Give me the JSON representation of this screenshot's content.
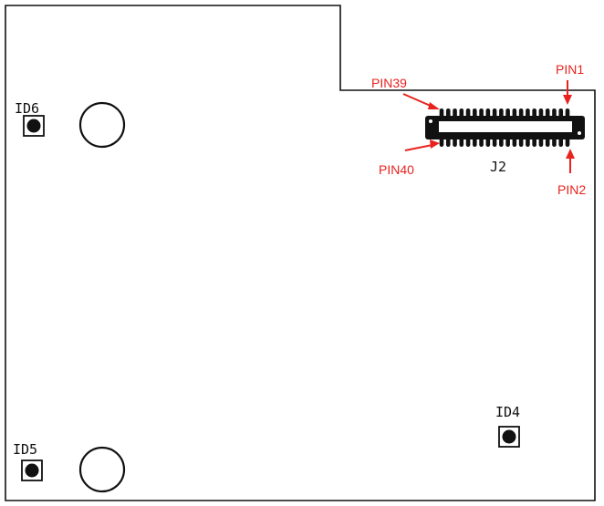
{
  "board": {
    "outline_color": "#111111",
    "connector_label": "J2",
    "connector_pin_pairs": 20,
    "fiducials": [
      {
        "label": "ID6"
      },
      {
        "label": "ID5"
      },
      {
        "label": "ID4"
      }
    ]
  },
  "annotations": {
    "color": "#e8231f",
    "pin_top_left": "PIN39",
    "pin_top_right": "PIN1",
    "pin_bottom_left": "PIN40",
    "pin_bottom_right": "PIN2"
  }
}
